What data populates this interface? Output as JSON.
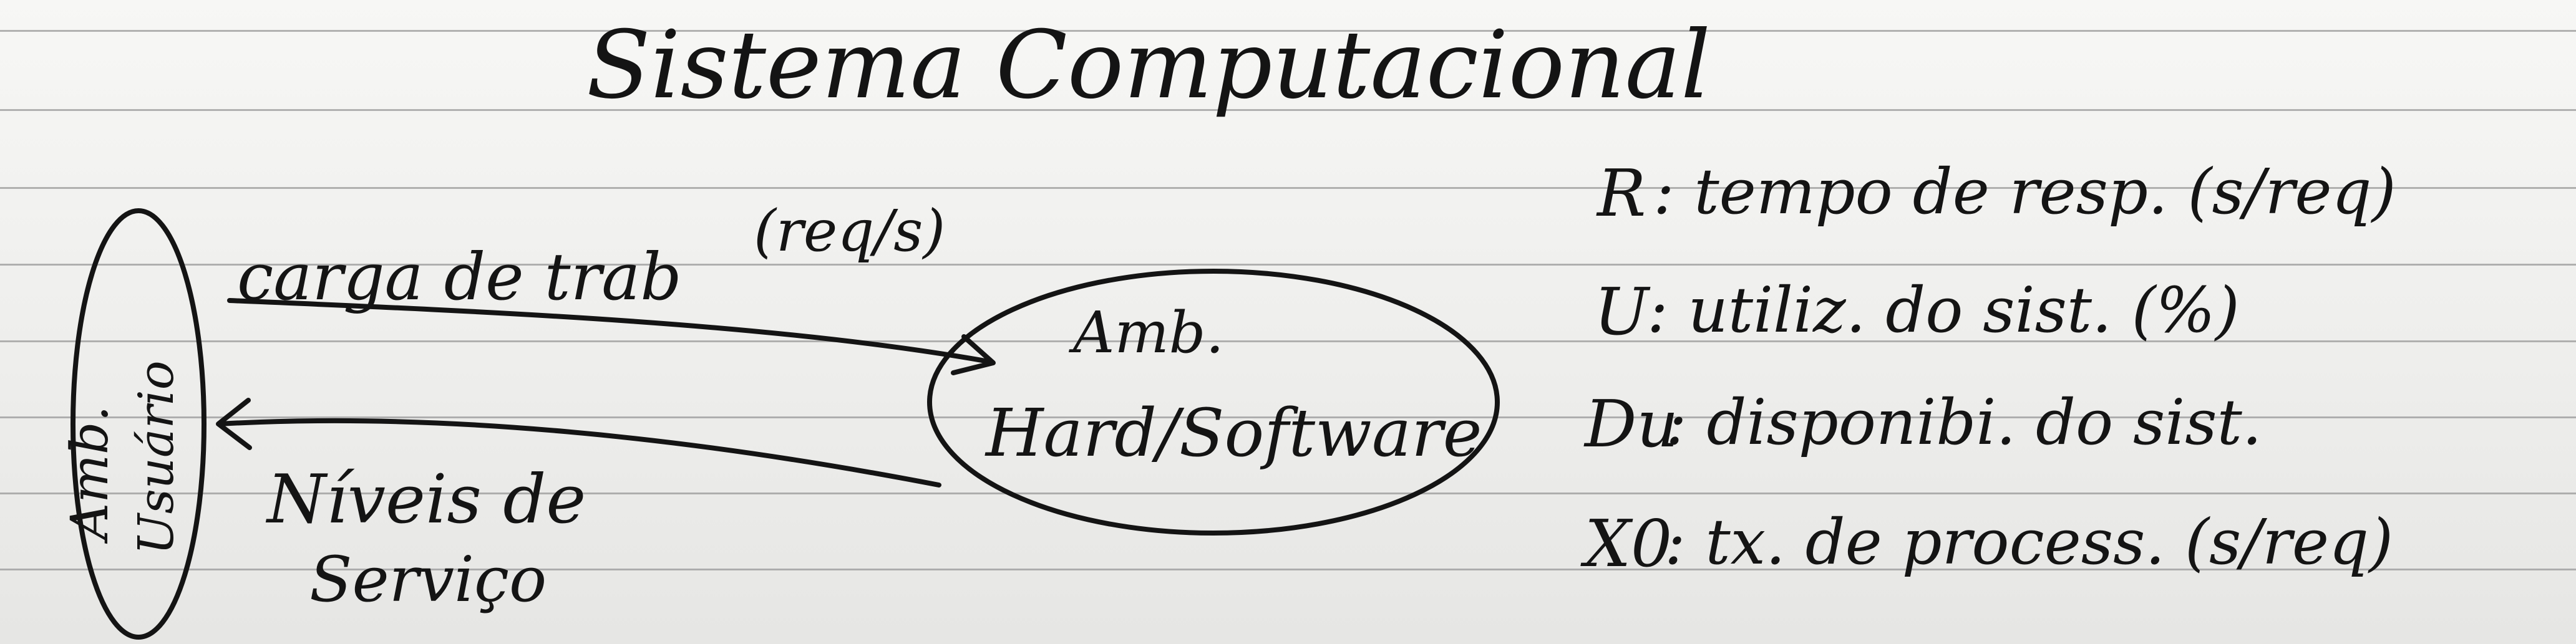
{
  "title": "Sistema Computacional",
  "user_environment": {
    "line1": "Amb.",
    "line2": "Usuário"
  },
  "system_environment": {
    "line1": "Amb.",
    "line2": "Hard/Software"
  },
  "flows": {
    "workload": "carga de trab",
    "workload_unit": "(req/s)",
    "service_levels_line1": "Níveis de",
    "service_levels_line2": "Serviço"
  },
  "metrics": [
    {
      "symbol": "R",
      "text": ": tempo de resp. (s/req)"
    },
    {
      "symbol": "U",
      "text": ": utiliz. do sist. (%)"
    },
    {
      "symbol": "Du",
      "text": ": disponibi. do sist."
    },
    {
      "symbol": "X0",
      "text": ": tx. de process. (s/req)"
    }
  ],
  "colors": {
    "ink": "#141414",
    "paper": "#f2f2f0",
    "rule": "#9a9a9a"
  }
}
